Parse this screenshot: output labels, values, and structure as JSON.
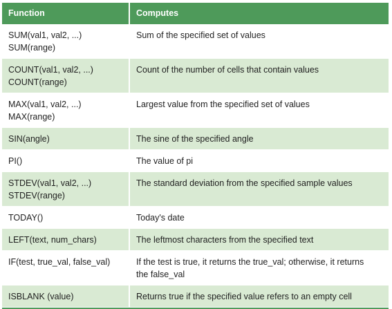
{
  "header": {
    "function": "Function",
    "computes": "Computes"
  },
  "rows": [
    {
      "function": [
        "SUM(val1, val2, ...)",
        "SUM(range)"
      ],
      "computes": [
        "Sum of the specified set of values"
      ]
    },
    {
      "function": [
        "COUNT(val1, val2, ...)",
        "COUNT(range)"
      ],
      "computes": [
        "Count of the number of cells that contain values"
      ]
    },
    {
      "function": [
        "MAX(val1, val2, ...)",
        "MAX(range)"
      ],
      "computes": [
        "Largest value from the specified set of values"
      ]
    },
    {
      "function": [
        "SIN(angle)"
      ],
      "computes": [
        "The sine of the specified angle"
      ]
    },
    {
      "function": [
        "PI()"
      ],
      "computes": [
        "The value of pi"
      ]
    },
    {
      "function": [
        "STDEV(val1, val2, ...)",
        "STDEV(range)"
      ],
      "computes": [
        "The standard deviation from the specified sample values"
      ]
    },
    {
      "function": [
        "TODAY()"
      ],
      "computes": [
        "Today's date"
      ]
    },
    {
      "function": [
        "LEFT(text, num_chars)"
      ],
      "computes": [
        "The leftmost characters from the specified text"
      ]
    },
    {
      "function": [
        "IF(test, true_val, false_val)"
      ],
      "computes": [
        "If the test is true, it returns the true_val; otherwise, it returns",
        "the false_val"
      ]
    },
    {
      "function": [
        "ISBLANK (value)"
      ],
      "computes": [
        "Returns true if the specified value refers to an empty cell"
      ]
    }
  ],
  "colors": {
    "header_bg": "#4e9a5a",
    "stripe_bg": "#d9ead3"
  }
}
